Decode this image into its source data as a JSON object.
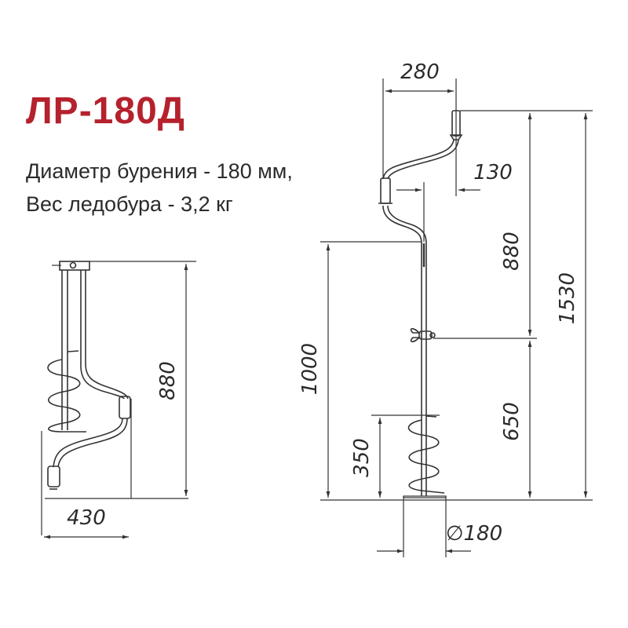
{
  "title": "ЛР-180Д",
  "specs": {
    "diameter": "Диаметр бурения - 180 мм,",
    "weight": "Вес ледобура - 3,2 кг"
  },
  "colors": {
    "title": "#b5212d",
    "text": "#2b2b2b",
    "lines": "#333333",
    "background": "#ffffff"
  },
  "folded_view": {
    "height_label": "880",
    "width_label": "430"
  },
  "assembled_view": {
    "handle_width_label": "280",
    "handle_offset_label": "130",
    "upper_section_label": "880",
    "total_height_label": "1530",
    "shaft_length_label": "1000",
    "lower_section_label": "650",
    "auger_length_label": "350",
    "diameter_label": "∅180"
  }
}
